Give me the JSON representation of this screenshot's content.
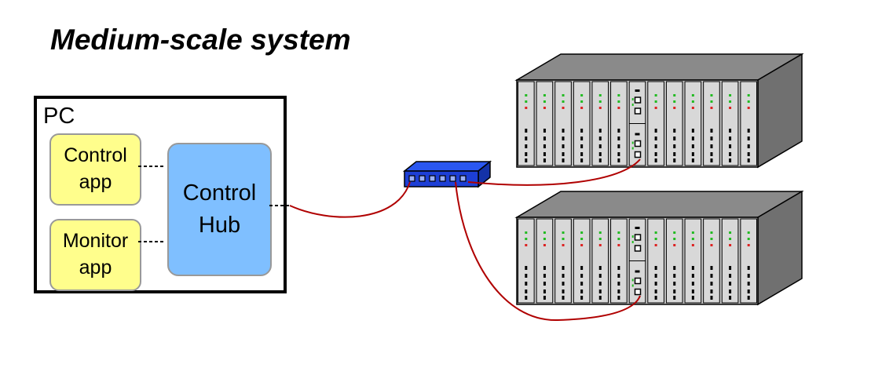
{
  "title": "Medium-scale system",
  "pc": {
    "label": "PC",
    "control_app": "Control\napp",
    "monitor_app": "Monitor\napp",
    "hub": "Control\nHub"
  },
  "colors": {
    "app_fill": "#fffe8c",
    "hub_fill": "#7fbfff",
    "cable": "#b00000",
    "switch": "#1d3fd6",
    "crate": "#c8c8c8",
    "led_green": "#22bb22",
    "led_red": "#dd2222"
  },
  "icons": [
    "network-switch-icon",
    "crate-icon"
  ]
}
